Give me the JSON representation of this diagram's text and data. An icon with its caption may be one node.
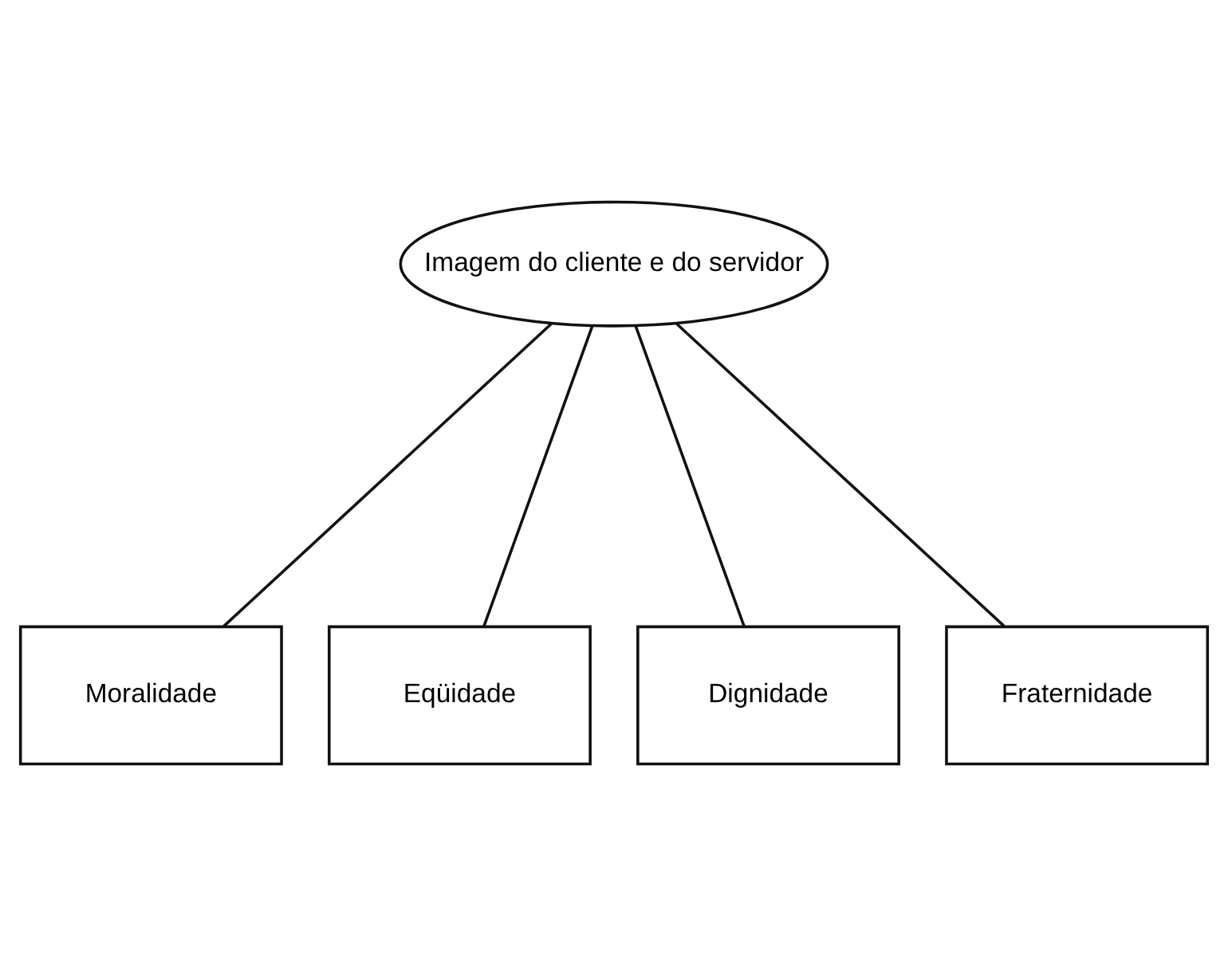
{
  "diagram": {
    "nodes": [
      {
        "text": [
          "Imagem do cliente e do servidor"
        ]
      },
      {
        "text": [
          "Moralidade"
        ]
      },
      {
        "text": [
          "Eqüidade"
        ]
      },
      {
        "text": [
          "Dignidade"
        ]
      },
      {
        "text": [
          "Fraternidade"
        ]
      }
    ],
    "edges": [
      {
        "from": 0,
        "to": 1,
        "arrow": "none"
      },
      {
        "from": 0,
        "to": 2,
        "arrow": "none"
      },
      {
        "from": 0,
        "to": 3,
        "arrow": "none"
      },
      {
        "from": 0,
        "to": 4,
        "arrow": "none"
      }
    ]
  }
}
